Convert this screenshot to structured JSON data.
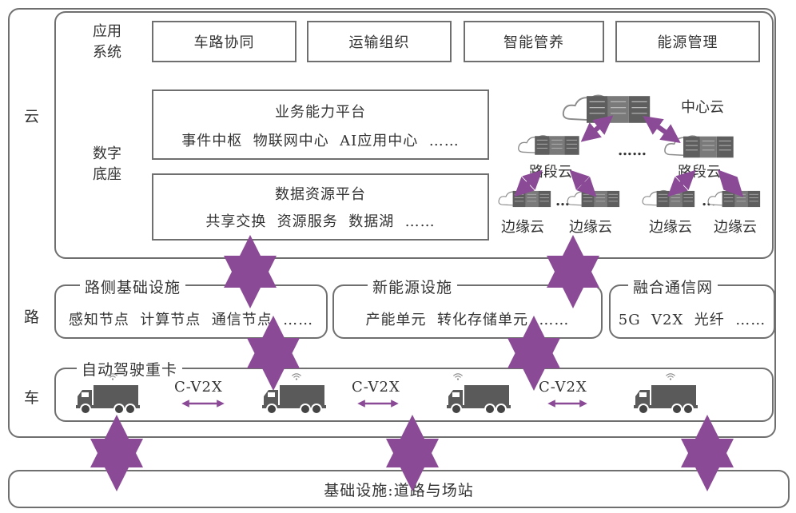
{
  "colors": {
    "arrow": "#8a4a96",
    "border": "#6f6f6f",
    "server": "#5e5e5e"
  },
  "layers": {
    "cloud": "云",
    "road": "路",
    "vehicle": "车"
  },
  "app_system": {
    "label_line1": "应用",
    "label_line2": "系统",
    "items": [
      "车路协同",
      "运输组织",
      "智能管养",
      "能源管理"
    ]
  },
  "digital_base": {
    "label_line1": "数字",
    "label_line2": "底座"
  },
  "business_platform": {
    "title": "业务能力平台",
    "content": "事件中枢  物联网中心  AI应用中心  ……"
  },
  "data_platform": {
    "title": "数据资源平台",
    "content": "共享交换  资源服务  数据湖  ……"
  },
  "cloud_topology": {
    "center": "中心云",
    "segment": "路段云",
    "edge": "边缘云",
    "dots": "……",
    "dots_short": "…",
    "icons": [
      "cloud-server-icon"
    ]
  },
  "roadside": {
    "title": "路侧基础设施",
    "content": "感知节点  计算节点  通信节点  ……"
  },
  "new_energy": {
    "title": "新能源设施",
    "content": "产能单元  转化存储单元  ……"
  },
  "comm_network": {
    "title": "融合通信网",
    "content": "5G  V2X  光纤  ……"
  },
  "trucks": {
    "title": "自动驾驶重卡",
    "link_label": "C-V2X",
    "icons": [
      "truck-icon",
      "wifi-icon"
    ]
  },
  "infrastructure": {
    "label": "基础设施:道路与场站"
  }
}
